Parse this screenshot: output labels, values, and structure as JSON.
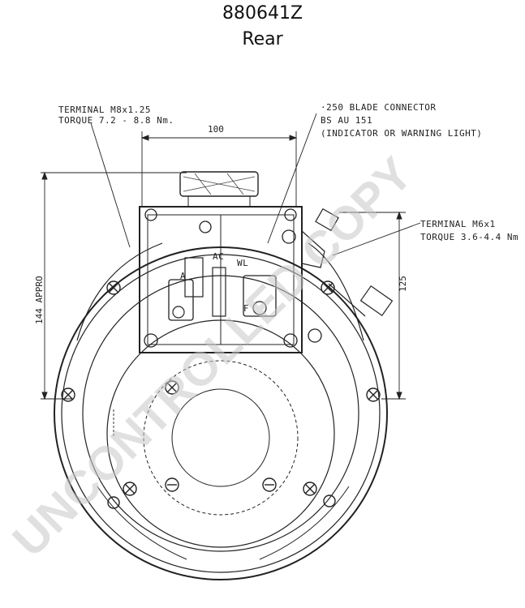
{
  "header": {
    "title": "880641Z",
    "subtitle": "Rear"
  },
  "callouts": {
    "terminal_main_line1": "TERMINAL  M8x1.25",
    "terminal_main_line2": "TORQUE 7.2 - 8.8 Nm.",
    "blade_line1": "·250 BLADE CONNECTOR",
    "blade_line2": "BS AU 151",
    "blade_line3": "(INDICATOR OR WARNING LIGHT)",
    "terminal_small_line1": "TERMINAL  M6x1",
    "terminal_small_line2": "TORQUE 3.6-4.4 Nm"
  },
  "dimensions": {
    "width_top": "100",
    "height_left": "144 APPRO",
    "height_right": "125"
  },
  "terminal_labels": {
    "a": "A",
    "ac": "AC",
    "wl": "WL",
    "f": "F"
  },
  "watermark": {
    "text": "UNCONTROLLED COPY",
    "color": "#c8c8c8"
  }
}
